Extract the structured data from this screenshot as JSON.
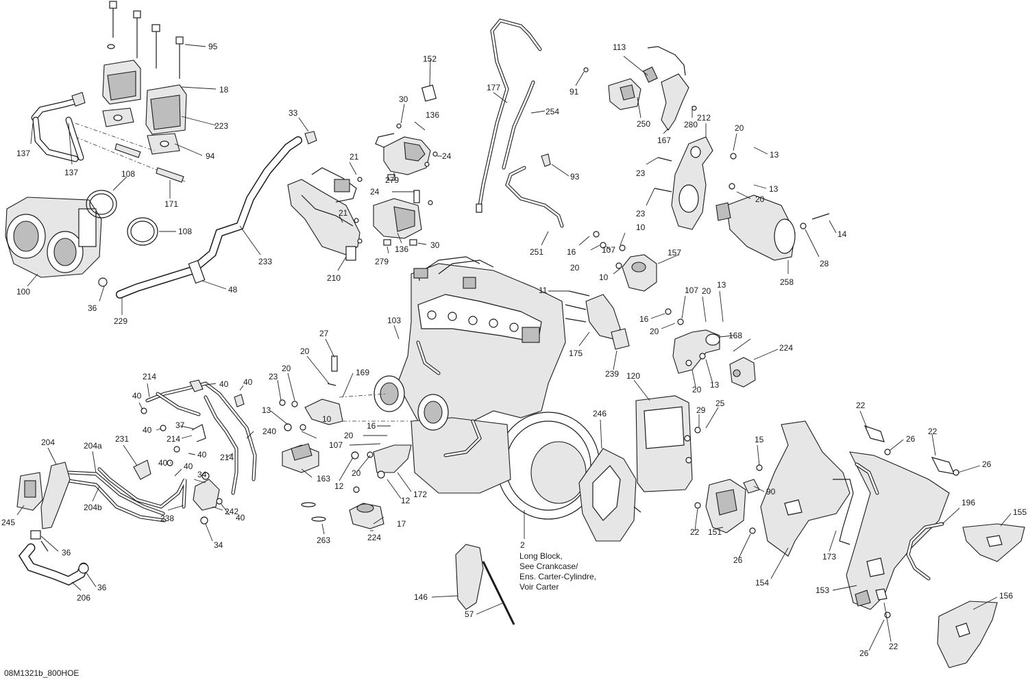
{
  "diagram": {
    "reference_code": "08M1321b_800HOE",
    "long_block_note": [
      "Long Block,",
      "See Crankcase/",
      "Ens. Carter-Cylindre,",
      "Voir Carter"
    ],
    "callouts": [
      "95",
      "18",
      "223",
      "94",
      "137",
      "137",
      "108",
      "108",
      "171",
      "100",
      "36",
      "229",
      "48",
      "233",
      "33",
      "21",
      "21",
      "210",
      "30",
      "136",
      "24",
      "279",
      "24",
      "279",
      "136",
      "30",
      "152",
      "177",
      "254",
      "93",
      "251",
      "91",
      "113",
      "250",
      "167",
      "280",
      "212",
      "20",
      "13",
      "23",
      "13",
      "20",
      "23",
      "14",
      "28",
      "258",
      "16",
      "20",
      "107",
      "10",
      "10",
      "157",
      "11",
      "175",
      "239",
      "107",
      "20",
      "13",
      "16",
      "20",
      "168",
      "17",
      "224",
      "13",
      "20",
      "103",
      "27",
      "20",
      "169",
      "23",
      "20",
      "13",
      "10",
      "16",
      "20",
      "107",
      "12",
      "20",
      "163",
      "172",
      "12",
      "224",
      "17",
      "263",
      "214",
      "40",
      "40",
      "40",
      "40",
      "37",
      "214",
      "40",
      "240",
      "214",
      "40",
      "40",
      "231",
      "34",
      "204",
      "204a",
      "204b",
      "245",
      "238",
      "242",
      "34",
      "40",
      "36",
      "36",
      "206",
      "2",
      "246",
      "120",
      "29",
      "25",
      "15",
      "90",
      "22",
      "151",
      "26",
      "22",
      "26",
      "22",
      "26",
      "173",
      "154",
      "153",
      "196",
      "155",
      "156",
      "22",
      "26",
      "146",
      "57"
    ]
  }
}
